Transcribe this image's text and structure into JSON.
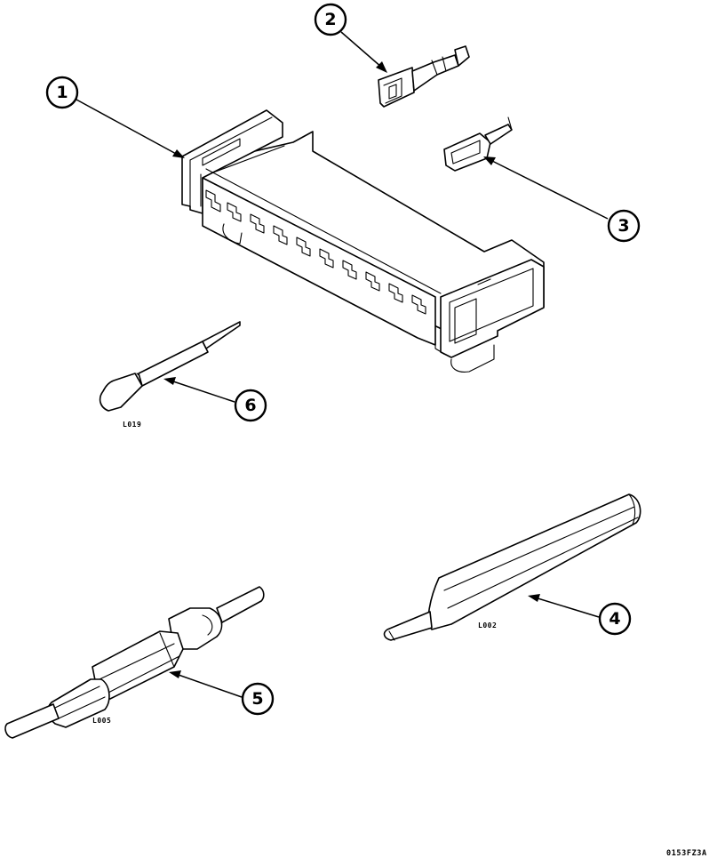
{
  "callouts": {
    "c1": "1",
    "c2": "2",
    "c3": "3",
    "c4": "4",
    "c5": "5",
    "c6": "6"
  },
  "tool_codes": {
    "tool6": "L019",
    "tool5": "L005",
    "tool4": "L002"
  },
  "figure_id": "0153FZ3A"
}
